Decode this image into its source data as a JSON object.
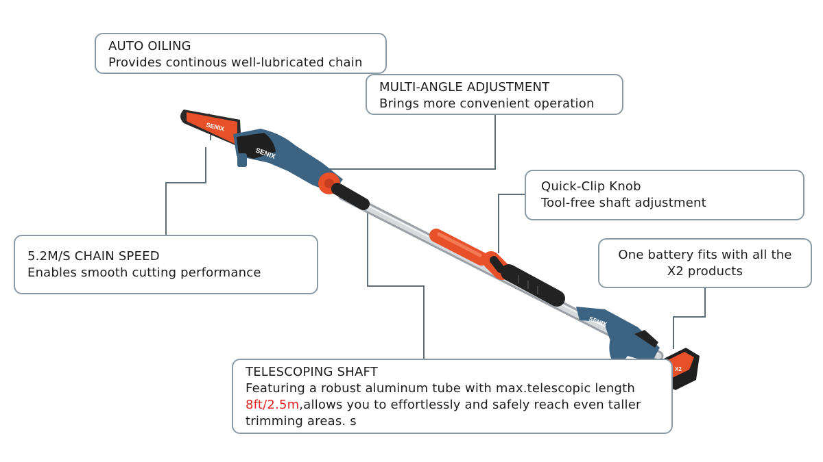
{
  "colors": {
    "callout_border": "#8a9aa5",
    "connector": "#5d6e78",
    "highlight": "#e02020",
    "tool_blue": "#3d6382",
    "tool_orange": "#e8502a",
    "shaft_silver": "#c8ccd0",
    "grip_black": "#222222"
  },
  "callouts": {
    "auto_oiling": {
      "title": "AUTO OILING",
      "description": "Provides continous well-lubricated chain"
    },
    "multi_angle": {
      "title": "MULTI-ANGLE ADJUSTMENT",
      "description": "Brings more convenient operation"
    },
    "quick_clip": {
      "title": "Quick-Clip Knob",
      "description": "Tool-free shaft adjustment"
    },
    "battery": {
      "description": "One battery fits with all the X2 products"
    },
    "chain_speed": {
      "title": "5.2M/S CHAIN SPEED",
      "description": "Enables smooth cutting performance"
    },
    "telescoping": {
      "title": "TELESCOPING SHAFT",
      "description_before": "Featuring a robust aluminum tube with max.telescopic length",
      "highlight": "8ft/2.5m",
      "description_after": ",allows you to effortlessly and safely reach even taller trimming areas. s"
    }
  },
  "product": {
    "brand_logo": "SENIX",
    "battery_badge": "X2"
  }
}
